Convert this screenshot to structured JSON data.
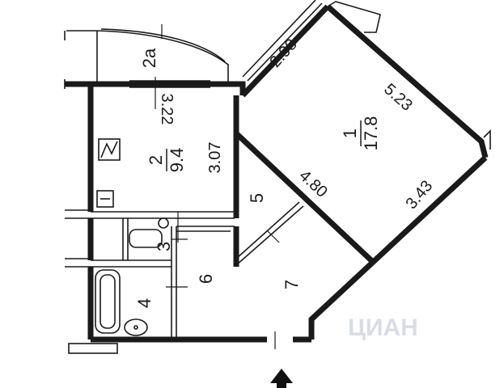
{
  "plan": {
    "rooms": [
      {
        "id": "1",
        "number": "1",
        "area": "17.8"
      },
      {
        "id": "2",
        "number": "2",
        "area": "9.4"
      },
      {
        "id": "2a",
        "number": "2a"
      },
      {
        "id": "3",
        "number": "3"
      },
      {
        "id": "4",
        "number": "4"
      },
      {
        "id": "5",
        "number": "5"
      },
      {
        "id": "6",
        "number": "6"
      },
      {
        "id": "7",
        "number": "7"
      }
    ],
    "dimensions": [
      "2.98",
      "5.23",
      "3.43",
      "4.80",
      "3.22",
      "3.07"
    ],
    "watermark": "ЦИАН",
    "entrance_arrow": "entrance-arrow-icon"
  }
}
